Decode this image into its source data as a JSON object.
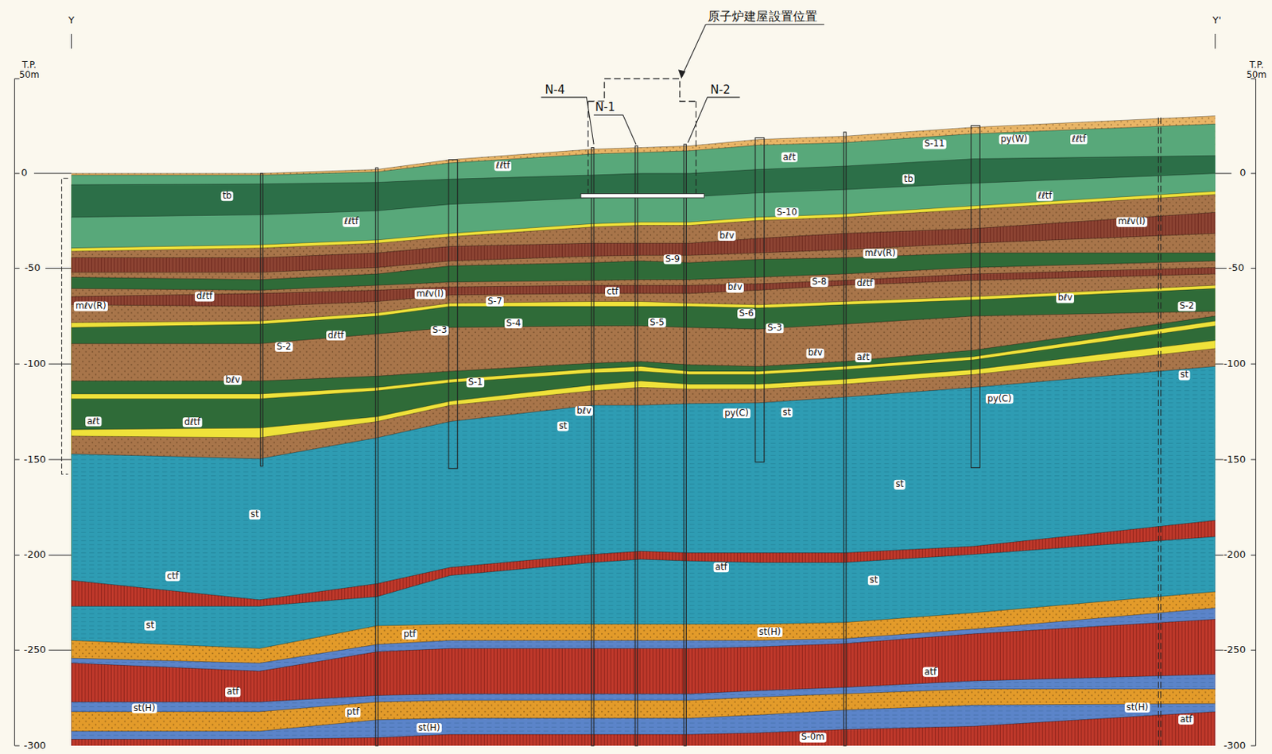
{
  "diagram": {
    "labels": [
      "原子炉建屋設置位置",
      "N-4",
      "N-1",
      "N-2",
      "Y",
      "Y'",
      "T.P. 50m",
      "T.P. 50m",
      "0",
      "-50",
      "-100",
      "-150",
      "-200",
      "-250",
      "-300",
      "0",
      "-50",
      "-100",
      "-150",
      "-200",
      "-250",
      "-300",
      "tb",
      "ℓℓtf",
      "ℓℓtf",
      "aℓt",
      "S-11",
      "py(W)",
      "ℓℓtf",
      "tb",
      "ℓℓtf",
      "S-10",
      "mℓv(I)",
      "bℓv",
      "mℓv(R)",
      "S-9",
      "S-8",
      "dℓtf",
      "ctf",
      "bℓv",
      "bℓv",
      "mℓv(R)",
      "dℓtf",
      "mℓv(I)",
      "S-7",
      "S-6",
      "S-2",
      "S-4",
      "S-5",
      "S-3",
      "S-3",
      "dℓtf",
      "S-2",
      "bℓv",
      "aℓt",
      "bℓv",
      "S-1",
      "st",
      "bℓv",
      "py(C)",
      "st",
      "py(C)",
      "aℓt",
      "dℓtf",
      "st",
      "st",
      "st",
      "ctf",
      "atf",
      "st",
      "st",
      "ptf",
      "st(H)",
      "atf",
      "atf",
      "st(H)",
      "ptf",
      "st(H)",
      "S-0m",
      "st(H)",
      "atf"
    ]
  }
}
